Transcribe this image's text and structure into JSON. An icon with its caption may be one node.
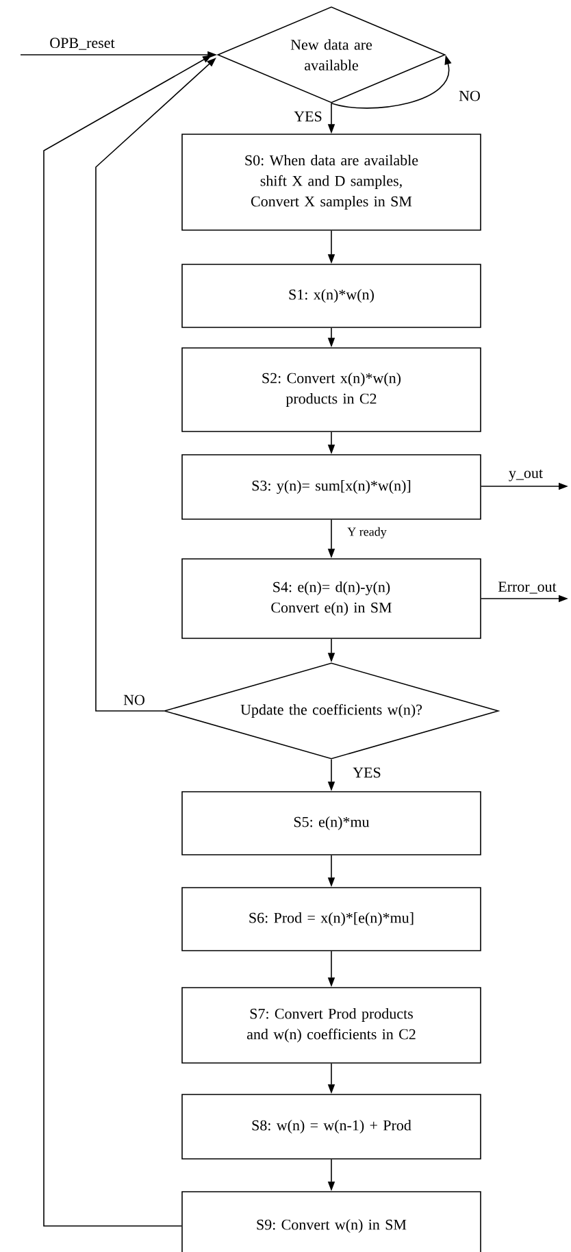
{
  "diagram": {
    "nodes": [
      {
        "text": [
          "New data are available"
        ]
      },
      {
        "text": [
          "S0: When data are available shift X and D samples, Convert X samples in SM"
        ]
      },
      {
        "text": [
          "S1: x(n)*w(n)"
        ]
      },
      {
        "text": [
          "S2: Convert x(n)*w(n) products in C2"
        ]
      },
      {
        "text": [
          "S3: y(n)= sum[x(n)*w(n)]"
        ]
      },
      {
        "text": [
          "S4: e(n)= d(n)-y(n) Convert e(n) in SM"
        ]
      },
      {
        "text": [
          "Update the coefficients w(n)?"
        ]
      },
      {
        "text": [
          "S5: e(n)*mu"
        ]
      },
      {
        "text": [
          "S6: Prod = x(n)*[e(n)*mu]"
        ]
      },
      {
        "text": [
          "S7: Convert Prod products and w(n) coefficients in C2"
        ]
      },
      {
        "text": [
          "S8: w(n) = w(n-1) + Prod"
        ]
      },
      {
        "text": [
          "S9: Convert w(n) in SM"
        ]
      }
    ],
    "edges": [
      {
        "from": null,
        "to": 0,
        "arrow": "to",
        "label": "OPB_reset"
      },
      {
        "from": 0,
        "to": 0,
        "arrow": "to",
        "label": "NO"
      },
      {
        "from": 0,
        "to": 1,
        "arrow": "to",
        "label": "YES"
      },
      {
        "from": 1,
        "to": 2,
        "arrow": "to"
      },
      {
        "from": 2,
        "to": 3,
        "arrow": "to"
      },
      {
        "from": 3,
        "to": 4,
        "arrow": "to"
      },
      {
        "from": 4,
        "to": null,
        "arrow": "to",
        "label": "y_out"
      },
      {
        "from": 4,
        "to": 5,
        "arrow": "to",
        "label": "Y ready"
      },
      {
        "from": 5,
        "to": null,
        "arrow": "to",
        "label": "Error_out"
      },
      {
        "from": 5,
        "to": 6,
        "arrow": "to"
      },
      {
        "from": 6,
        "to": 0,
        "arrow": "to",
        "label": "NO"
      },
      {
        "from": 6,
        "to": 7,
        "arrow": "to",
        "label": "YES"
      },
      {
        "from": 7,
        "to": 8,
        "arrow": "to"
      },
      {
        "from": 8,
        "to": 9,
        "arrow": "to"
      },
      {
        "from": 9,
        "to": 10,
        "arrow": "to"
      },
      {
        "from": 10,
        "to": 11,
        "arrow": "to"
      },
      {
        "from": 11,
        "to": 0,
        "arrow": "to"
      }
    ]
  }
}
